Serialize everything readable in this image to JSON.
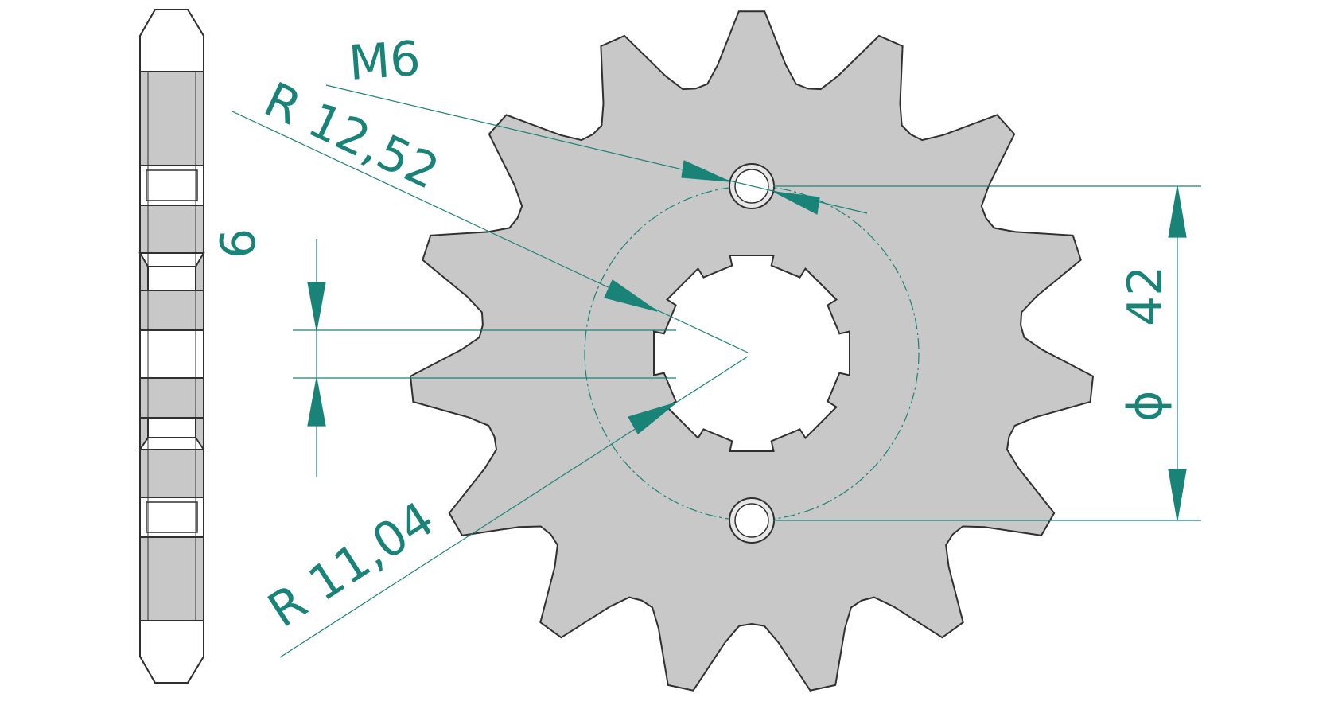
{
  "drawing": {
    "colors": {
      "part_fill": "#c8c8c8",
      "outline": "#303030",
      "dimension": "#1a8378",
      "background": "#ffffff"
    },
    "sprocket": {
      "teeth_count": 15,
      "bolt_holes": 2,
      "spline_teeth": 8
    },
    "labels": {
      "thread": "M6",
      "outer_radius": "R 12,52",
      "inner_radius": "R 11,04",
      "spline_width": "6",
      "bolt_circle_symbol": "ϕ",
      "bolt_circle_value": "42"
    }
  }
}
